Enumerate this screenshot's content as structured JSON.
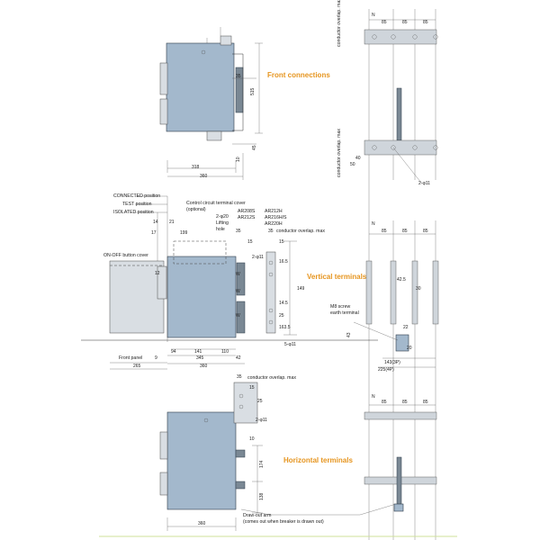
{
  "titles": {
    "front": "Front connections",
    "vertical": "Vertical terminals",
    "horizontal": "Horizontal terminals"
  },
  "labels": {
    "connected": "CONNECTED position",
    "test": "TEST position",
    "isolated": "ISOLATED position",
    "onoff_cover": "ON-OFF button cover",
    "control_cover": "Control circuit terminal cover",
    "optional": "(optional)",
    "lifting": "2-φ20",
    "lifting2": "Lifting",
    "lifting3": "hole",
    "models_a1": "AR208S",
    "models_a2": "AR212S",
    "models_b1": "AR212H",
    "models_b2": "AR216H/S",
    "models_b3": "AR220H",
    "cond_overlap": "conductor overlap. max",
    "cond_overlap_v": "conductor overlap. max",
    "m8_screw": "M8 screw",
    "earth_terminal": "earth terminal",
    "front_panel": "Front panel",
    "drawout_arm": "Draw-out arm",
    "drawout_note": "(comes out when breaker is drawn out)",
    "hole_2_11_a": "2-φ11",
    "hole_2_11_b": "2-φ11",
    "hole_2_11_c": "2-φ11",
    "hole_5_11": "5-φ11",
    "n_a": "N",
    "n_b": "N",
    "n_c": "N"
  },
  "dims": {
    "d85a": "85",
    "d85b": "85",
    "d85c": "85",
    "d85d": "85",
    "d85e": "85",
    "d85f": "85",
    "d85g": "85",
    "d85h": "85",
    "d85i": "85",
    "d318": "318",
    "d360a": "360",
    "d360b": "360",
    "d360c": "360",
    "d515": "515",
    "d35a": "35",
    "d35b": "35",
    "d35c": "35",
    "d35d": "35",
    "d45": "45",
    "d10": "10",
    "d15a": "15",
    "d15b": "15",
    "d15c": "15",
    "d40": "40",
    "d50": "50",
    "d265": "265",
    "d9": "9",
    "d94": "94",
    "d141": "141",
    "d110": "110",
    "d345": "345",
    "d42": "42",
    "d199": "199",
    "d14": "14",
    "d21": "21",
    "d17": "17",
    "d12": "12",
    "d149": "149",
    "d163": "163.5",
    "d30": "30",
    "d42_5": "42.5",
    "d43": "43",
    "d143": "143(3P)",
    "d225": "225(4P)",
    "d174": "174",
    "d138": "138",
    "d25": "25",
    "d16_5": "16.5",
    "d14_5": "14.5",
    "d25b": "25",
    "d10b": "10",
    "d20": "20",
    "d22": "22",
    "w1": "W",
    "w2": "W",
    "w3": "W"
  }
}
